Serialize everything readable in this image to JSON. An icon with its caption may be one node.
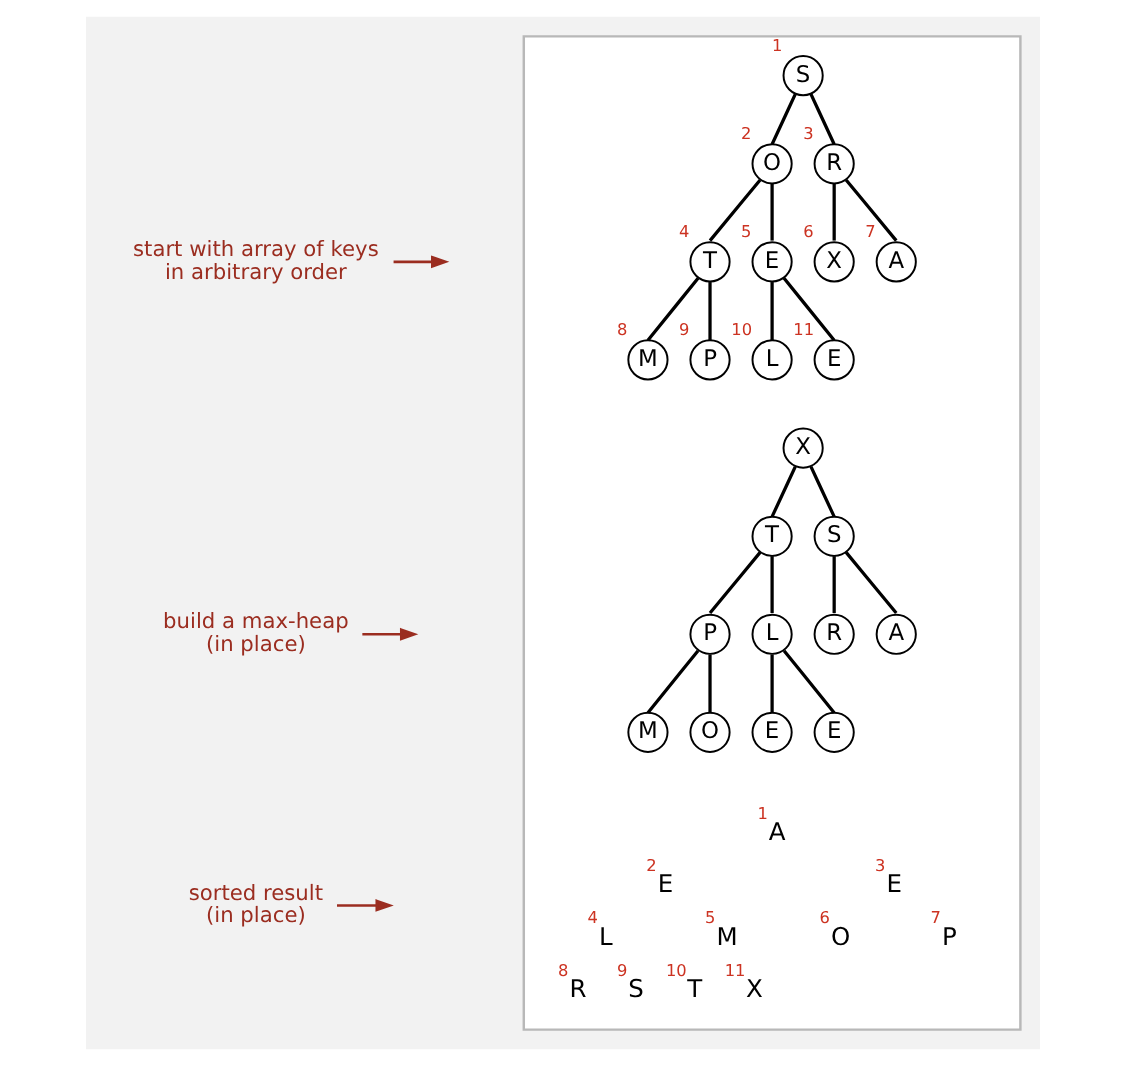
{
  "diagram": {
    "nodes": [
      {
        "text": [],
        "shape": "box"
      },
      {
        "text": [
          "start with array of keys in arbitrary order"
        ]
      },
      {
        "text": [
          "S"
        ],
        "beside": [
          "1"
        ],
        "in": 0
      },
      {
        "text": [
          "O"
        ],
        "beside": [
          "2"
        ],
        "in": 0
      },
      {
        "text": [
          "R"
        ],
        "beside": [
          "3"
        ],
        "in": 0
      },
      {
        "text": [
          "T"
        ],
        "beside": [
          "4"
        ],
        "in": 0
      },
      {
        "text": [
          "E"
        ],
        "beside": [
          "5"
        ],
        "in": 0
      },
      {
        "text": [
          "X"
        ],
        "beside": [
          "6"
        ],
        "in": 0
      },
      {
        "text": [
          "A"
        ],
        "beside": [
          "7"
        ],
        "in": 0
      },
      {
        "text": [
          "M"
        ],
        "beside": [
          "8"
        ],
        "in": 0
      },
      {
        "text": [
          "P"
        ],
        "beside": [
          "9"
        ],
        "in": 0
      },
      {
        "text": [
          "L"
        ],
        "beside": [
          "10"
        ],
        "in": 0
      },
      {
        "text": [
          "E"
        ],
        "beside": [
          "11"
        ],
        "in": 0
      },
      {
        "text": [
          "build a max-heap (in place)"
        ]
      },
      {
        "text": [
          "X"
        ],
        "in": 0
      },
      {
        "text": [
          "T"
        ],
        "in": 0
      },
      {
        "text": [
          "S"
        ],
        "in": 0
      },
      {
        "text": [
          "P"
        ],
        "in": 0
      },
      {
        "text": [
          "L"
        ],
        "in": 0
      },
      {
        "text": [
          "R"
        ],
        "in": 0
      },
      {
        "text": [
          "A"
        ],
        "in": 0
      },
      {
        "text": [
          "M"
        ],
        "in": 0
      },
      {
        "text": [
          "O"
        ],
        "in": 0
      },
      {
        "text": [
          "E"
        ],
        "in": 0
      },
      {
        "text": [
          "E"
        ],
        "in": 0
      },
      {
        "text": [
          "sorted result (in place)"
        ]
      }
    ],
    "edges": [
      {
        "from": 1,
        "to": null,
        "arrow": "to",
        "color": "#9b2d20"
      },
      {
        "from": 2,
        "to": 3,
        "arrow": "none"
      },
      {
        "from": 2,
        "to": 4,
        "arrow": "none"
      },
      {
        "from": 3,
        "to": 5,
        "arrow": "none"
      },
      {
        "from": 3,
        "to": 6,
        "arrow": "none"
      },
      {
        "from": 4,
        "to": 7,
        "arrow": "none"
      },
      {
        "from": 4,
        "to": 8,
        "arrow": "none"
      },
      {
        "from": 5,
        "to": 9,
        "arrow": "none"
      },
      {
        "from": 5,
        "to": 10,
        "arrow": "none"
      },
      {
        "from": 6,
        "to": 11,
        "arrow": "none"
      },
      {
        "from": 6,
        "to": 12,
        "arrow": "none"
      },
      {
        "from": 13,
        "to": null,
        "arrow": "to",
        "color": "#9b2d20"
      },
      {
        "from": 14,
        "to": 15,
        "arrow": "none"
      },
      {
        "from": 14,
        "to": 16,
        "arrow": "none"
      },
      {
        "from": 15,
        "to": 17,
        "arrow": "none"
      },
      {
        "from": 15,
        "to": 18,
        "arrow": "none"
      },
      {
        "from": 16,
        "to": 19,
        "arrow": "none"
      },
      {
        "from": 16,
        "to": 20,
        "arrow": "none"
      },
      {
        "from": 17,
        "to": 21,
        "arrow": "none"
      },
      {
        "from": 17,
        "to": 22,
        "arrow": "none"
      },
      {
        "from": 18,
        "to": 23,
        "arrow": "none"
      },
      {
        "from": 18,
        "to": 24,
        "arrow": "none"
      },
      {
        "from": 25,
        "to": null,
        "arrow": "to",
        "color": "#9b2d20"
      }
    ],
    "labels": [
      "1",
      "A",
      "2",
      "E",
      "3",
      "E",
      "4",
      "L",
      "5",
      "M",
      "6",
      "O",
      "7",
      "P",
      "8",
      "R",
      "9",
      "S",
      "10",
      "T",
      "11",
      "X"
    ]
  }
}
